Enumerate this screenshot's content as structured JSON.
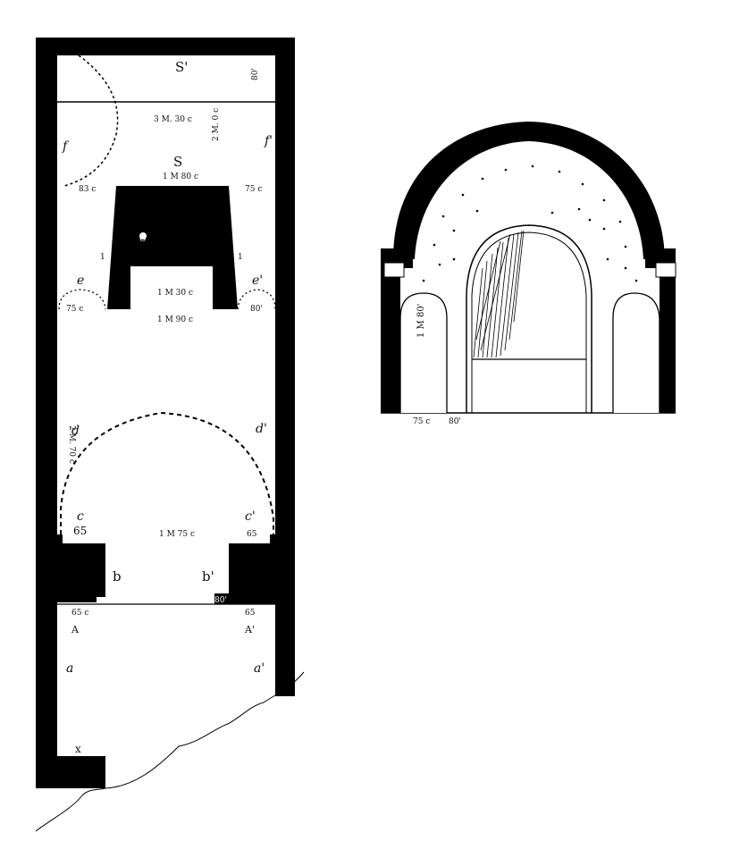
{
  "plan": {
    "labels": {
      "S_prime": "S'",
      "dim_80_top": "80'",
      "dim_3m30": "3 M. 30 c",
      "dim_2m": "2 M. 0 c",
      "f": "f",
      "f_prime": "f'",
      "S": "S",
      "dim_1m80": "1 M 80 c",
      "dim_83": "83 c",
      "dim_75_right": "75 c",
      "O": "O",
      "n1_left": "1",
      "n1_right": "1",
      "e": "e",
      "e_prime": "e'",
      "dim_1m30": "1 M 30 c",
      "dim_75_left": "75 c",
      "dim_80_right": "80'",
      "dim_1m90": "1 M 90 c",
      "side_dim": "2 M. 70 c",
      "d": "d",
      "d_prime": "d'",
      "c": "c",
      "c_prime": "c'",
      "dim_65_left": "65",
      "dim_1m75": "1 M 75 c",
      "dim_65_right": "65",
      "b": "b",
      "b_prime": "b'",
      "dim_80_small": "80'",
      "dim_65_lower_left": "65 c",
      "dim_65_lower_right": "65",
      "A": "A",
      "A_prime": "A'",
      "a": "a",
      "a_prime": "a'",
      "x": "x"
    }
  },
  "section": {
    "labels": {
      "dim_1m80": "1 M 80'",
      "dim_75": "75 c",
      "dim_80": "80'"
    }
  }
}
